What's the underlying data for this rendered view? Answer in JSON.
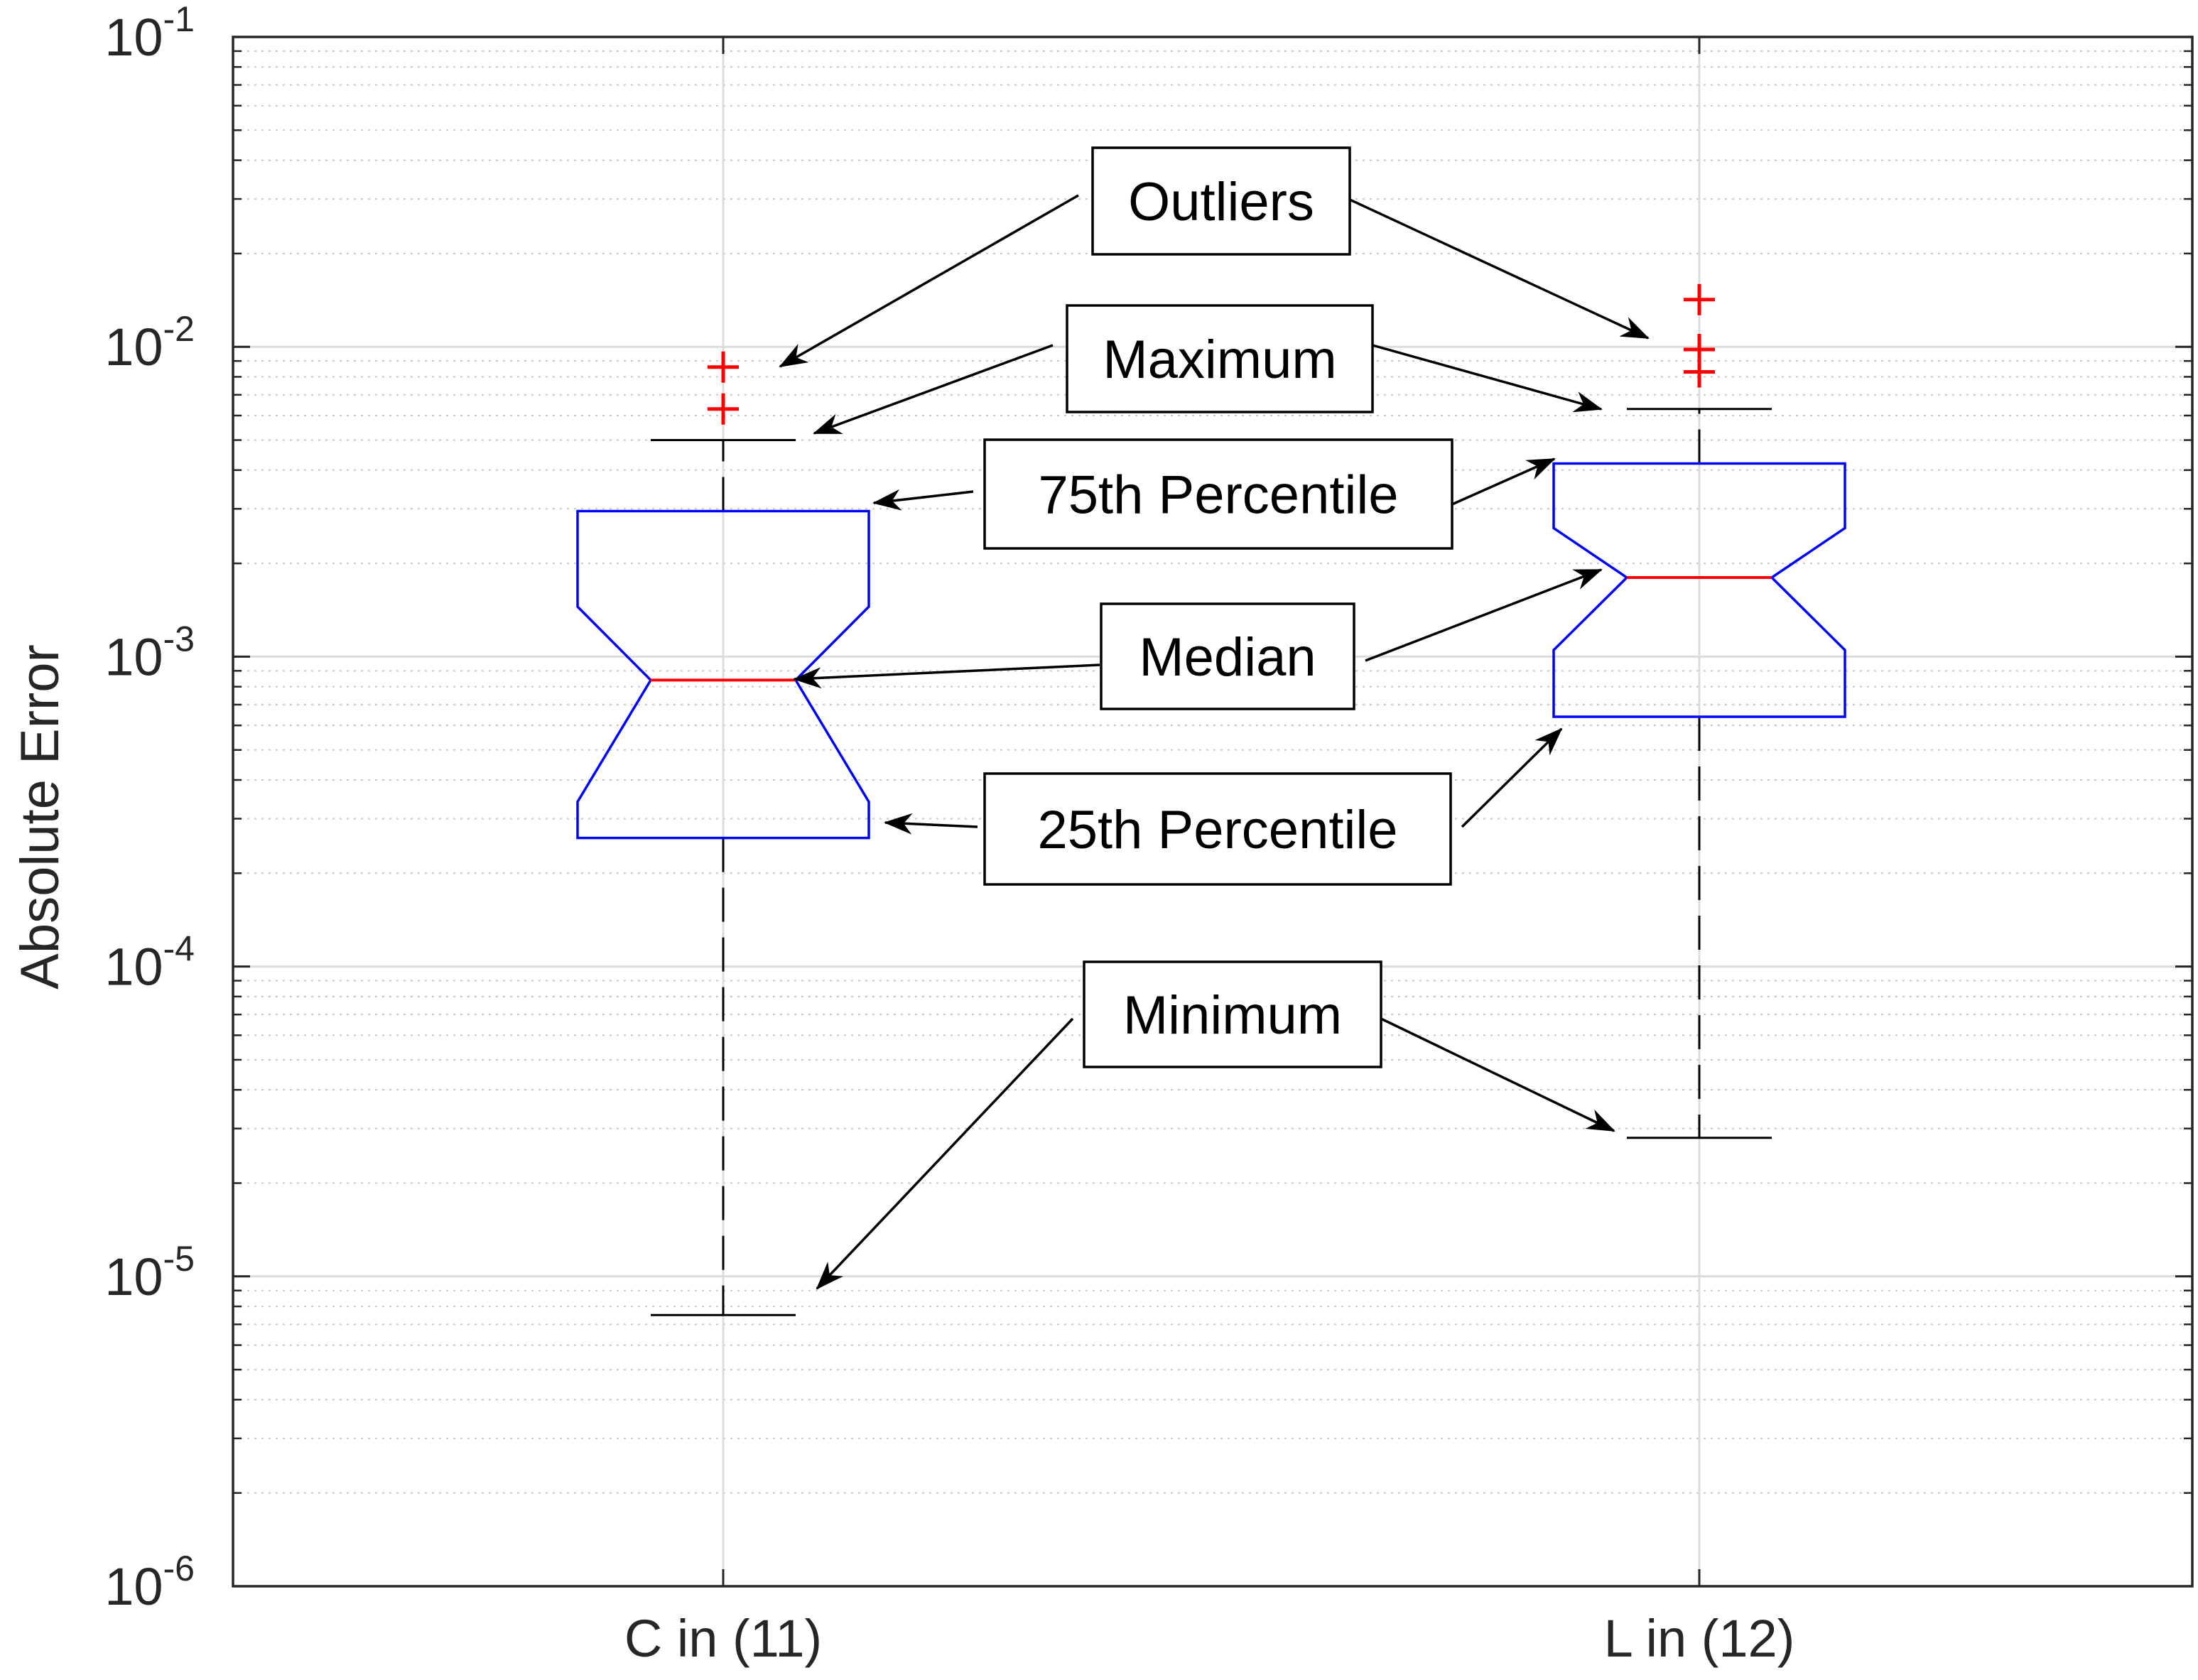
{
  "chart_data": {
    "type": "box",
    "ylabel": "Absolute Error",
    "yscale": "log",
    "ylim": [
      1e-06,
      0.1
    ],
    "yticks": [
      {
        "value": 1e-06,
        "base": "10",
        "exp": "-6"
      },
      {
        "value": 1e-05,
        "base": "10",
        "exp": "-5"
      },
      {
        "value": 0.0001,
        "base": "10",
        "exp": "-4"
      },
      {
        "value": 0.001,
        "base": "10",
        "exp": "-3"
      },
      {
        "value": 0.01,
        "base": "10",
        "exp": "-2"
      },
      {
        "value": 0.1,
        "base": "10",
        "exp": "-1"
      }
    ],
    "grid": true,
    "minor_grid": true,
    "notched": true,
    "categories": [
      "C in (11)",
      "L in (12)"
    ],
    "boxes": [
      {
        "label": "C in (11)",
        "min": 7.5e-06,
        "q1": 0.00026,
        "median": 0.00084,
        "q3": 0.00295,
        "max": 0.005,
        "notch_low": 0.00034,
        "notch_high": 0.00145,
        "outliers": [
          0.0063,
          0.0086
        ]
      },
      {
        "label": "L in (12)",
        "min": 2.8e-05,
        "q1": 0.00064,
        "median": 0.0018,
        "q3": 0.0042,
        "max": 0.0063,
        "notch_low": 0.00105,
        "notch_high": 0.0026,
        "outliers": [
          0.0083,
          0.0098,
          0.0142
        ]
      }
    ],
    "colors": {
      "box": "#0000ff",
      "median": "#ff0000",
      "outlier": "#ff0000",
      "whisker": "#000000",
      "grid": "#dcdcdc",
      "axis": "#262626"
    },
    "annotations": [
      {
        "id": "outliers",
        "text": "Outliers",
        "targets": [
          {
            "box": 0,
            "value": 0.0105
          },
          {
            "box": 1,
            "value": 0.0105
          }
        ]
      },
      {
        "id": "maximum",
        "text": "Maximum",
        "targets": [
          {
            "box": 0,
            "value": 0.005
          },
          {
            "box": 1,
            "value": 0.0063
          }
        ]
      },
      {
        "id": "p75",
        "text": "75th Percentile",
        "targets": [
          {
            "box": 0,
            "value": 0.00295
          },
          {
            "box": 1,
            "value": 0.0042
          }
        ]
      },
      {
        "id": "median",
        "text": "Median",
        "targets": [
          {
            "box": 0,
            "value": 0.00084
          },
          {
            "box": 1,
            "value": 0.0018
          }
        ]
      },
      {
        "id": "p25",
        "text": "25th Percentile",
        "targets": [
          {
            "box": 0,
            "value": 0.00026
          },
          {
            "box": 1,
            "value": 0.00064
          }
        ]
      },
      {
        "id": "minimum",
        "text": "Minimum",
        "targets": [
          {
            "box": 0,
            "value": 7.5e-06
          },
          {
            "box": 1,
            "value": 2.8e-05
          }
        ]
      }
    ]
  }
}
